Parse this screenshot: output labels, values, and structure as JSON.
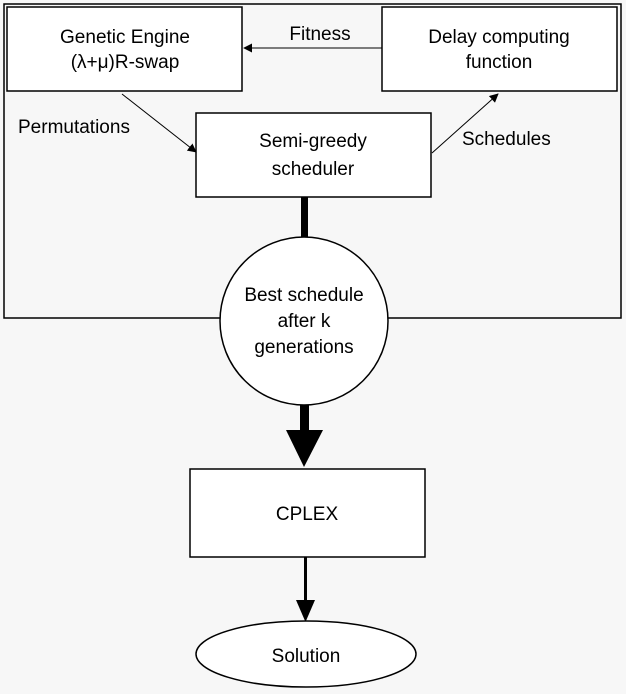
{
  "nodes": {
    "genetic_engine": {
      "line1": "Genetic Engine",
      "line2": "(λ+μ)R-swap"
    },
    "delay_function": {
      "line1": "Delay computing",
      "line2": "function"
    },
    "scheduler": {
      "line1": "Semi-greedy",
      "line2": "scheduler"
    },
    "best_schedule": {
      "line1": "Best schedule",
      "line2": "after k",
      "line3": "generations"
    },
    "cplex": {
      "label": "CPLEX"
    },
    "solution": {
      "label": "Solution"
    }
  },
  "edges": {
    "fitness": "Fitness",
    "permutations": "Permutations",
    "schedules": "Schedules"
  }
}
